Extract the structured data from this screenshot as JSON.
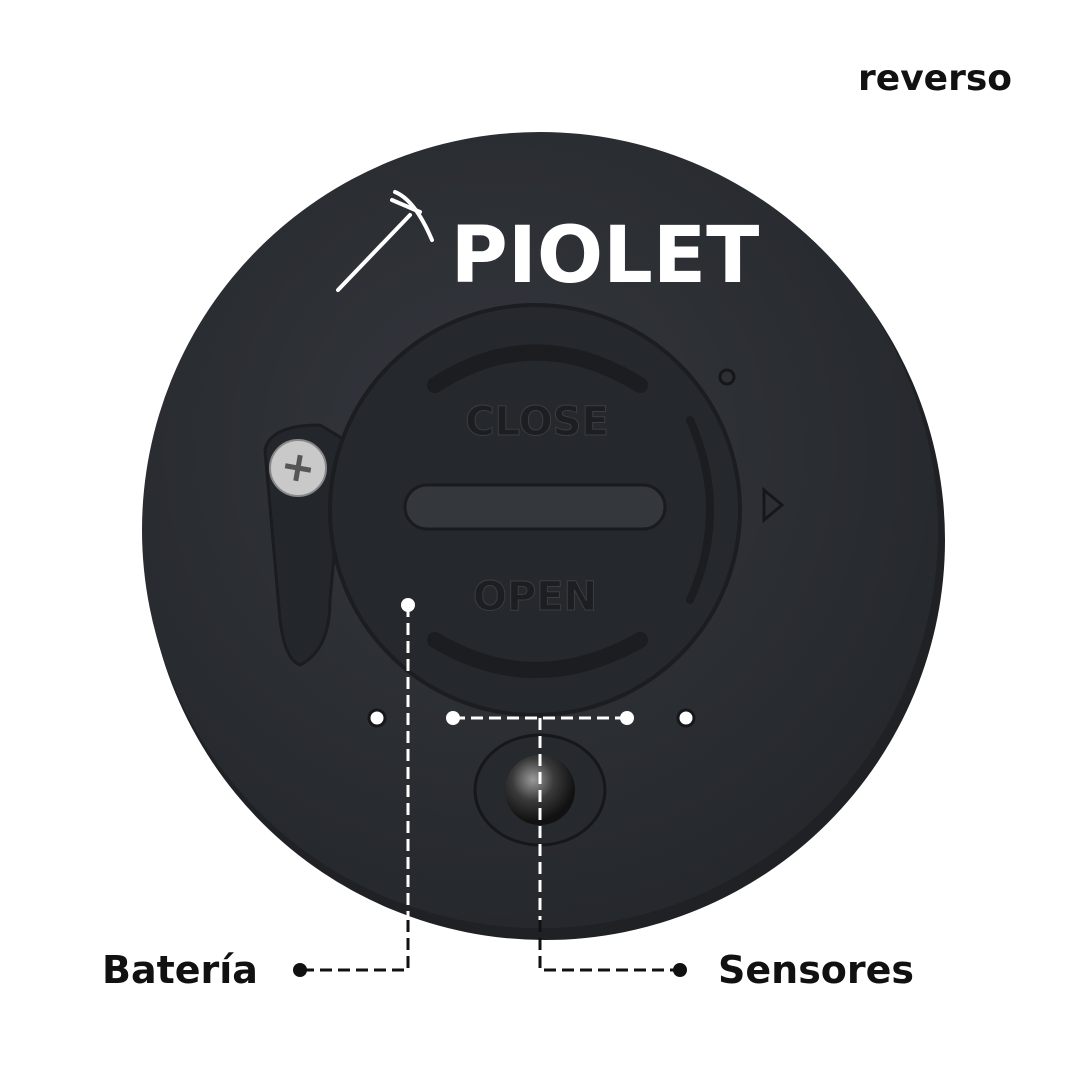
{
  "header": {
    "variant_label": "reverso"
  },
  "device": {
    "brand": "PIOLET",
    "cover_close_label": "CLOSE",
    "cover_open_label": "OPEN"
  },
  "callouts": {
    "battery_label": "Batería",
    "sensors_label": "Sensores"
  },
  "colors": {
    "body": "#2b2e33",
    "cover": "#26292e",
    "text_dark": "#111111",
    "dash": "#ffffff"
  }
}
